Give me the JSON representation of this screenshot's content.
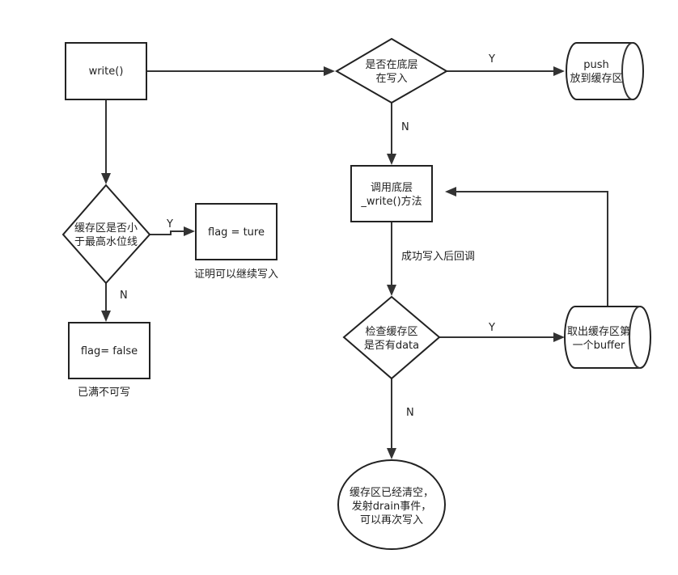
{
  "nodes": {
    "write": "write()",
    "is_writing": [
      "是否在底层",
      "在写入"
    ],
    "push": [
      "push",
      "放到缓存区"
    ],
    "call_write": [
      "调用底层",
      "_write()方法"
    ],
    "check_buffer": [
      "检查缓存区",
      "是否有data"
    ],
    "take_buffer": [
      "取出缓存区第",
      "一个buffer"
    ],
    "drained": [
      "缓存区已经清空，",
      "发射drain事件，",
      "可以再次写入"
    ],
    "below_hwm": [
      "缓存区是否小",
      "于最高水位线"
    ],
    "flag_true": "flag = ture",
    "flag_false": "flag= false"
  },
  "annotations": {
    "can_continue": "证明可以继续写入",
    "full": "已满不可写",
    "callback": "成功写入后回调"
  },
  "edge_labels": {
    "is_writing_yes": "Y",
    "is_writing_no": "N",
    "hwm_yes": "Y",
    "hwm_no": "N",
    "check_yes": "Y",
    "check_no": "N"
  }
}
